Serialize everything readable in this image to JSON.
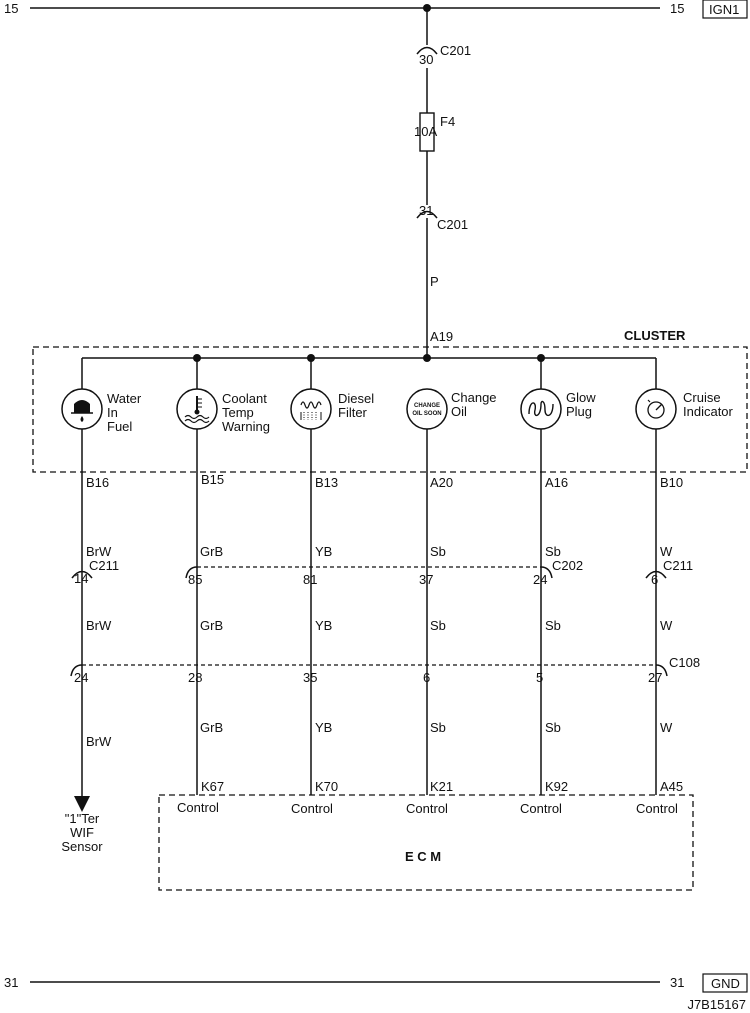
{
  "bus_top": {
    "left_label": "15",
    "right_label": "15",
    "tag": "IGN1"
  },
  "bus_bottom": {
    "left_label": "31",
    "right_label": "31",
    "tag": "GND"
  },
  "feed": {
    "connector_top_pin": "30",
    "connector_top_name": "C201",
    "fuse_name": "F4",
    "fuse_rating": "10A",
    "connector_bottom_pin": "31",
    "connector_bottom_name": "C201",
    "wire_color": "P",
    "cluster_pin": "A19"
  },
  "cluster": {
    "title": "CLUSTER"
  },
  "indicators": [
    {
      "icon": "water-in-fuel-icon",
      "lines": [
        "Water",
        "In",
        "Fuel"
      ],
      "pin": "B16",
      "wire1": "BrW",
      "c_pin": "14",
      "wire2": "BrW",
      "c108_pin": "24",
      "wire3": "BrW"
    },
    {
      "icon": "coolant-temp-icon",
      "lines": [
        "Coolant",
        "Temp",
        "Warning"
      ],
      "pin": "B15",
      "wire1": "GrB",
      "c_pin": "85",
      "wire2": "GrB",
      "c108_pin": "28",
      "wire3": "GrB",
      "ecm_pin": "K67",
      "ecm_label": "Control"
    },
    {
      "icon": "diesel-filter-icon",
      "lines": [
        "Diesel",
        "Filter"
      ],
      "pin": "B13",
      "wire1": "YB",
      "c_pin": "81",
      "wire2": "YB",
      "c108_pin": "35",
      "wire3": "YB",
      "ecm_pin": "K70",
      "ecm_label": "Control"
    },
    {
      "icon": "change-oil-icon",
      "icon_text": [
        "CHANGE",
        "OIL SOON"
      ],
      "lines": [
        "Change",
        "Oil"
      ],
      "pin": "A20",
      "wire1": "Sb",
      "c_pin": "37",
      "wire2": "Sb",
      "c108_pin": "6",
      "wire3": "Sb",
      "ecm_pin": "K21",
      "ecm_label": "Control"
    },
    {
      "icon": "glow-plug-icon",
      "lines": [
        "Glow",
        "Plug"
      ],
      "pin": "A16",
      "wire1": "Sb",
      "c_pin": "24",
      "wire2": "Sb",
      "c108_pin": "5",
      "wire3": "Sb",
      "ecm_pin": "K92",
      "ecm_label": "Control"
    },
    {
      "icon": "cruise-indicator-icon",
      "lines": [
        "Cruise",
        "Indicator"
      ],
      "pin": "B10",
      "wire1": "W",
      "c_pin": "6",
      "wire2": "W",
      "c108_pin": "27",
      "wire3": "W",
      "ecm_pin": "A45",
      "ecm_label": "Control"
    }
  ],
  "connectors": {
    "c211": "C211",
    "c202": "C202",
    "c108": "C108"
  },
  "wif_sensor": {
    "lines": [
      "\"1\"Ter",
      "WIF",
      "Sensor"
    ]
  },
  "ecm": {
    "title": "E C M"
  },
  "figure_id": "J7B15167"
}
